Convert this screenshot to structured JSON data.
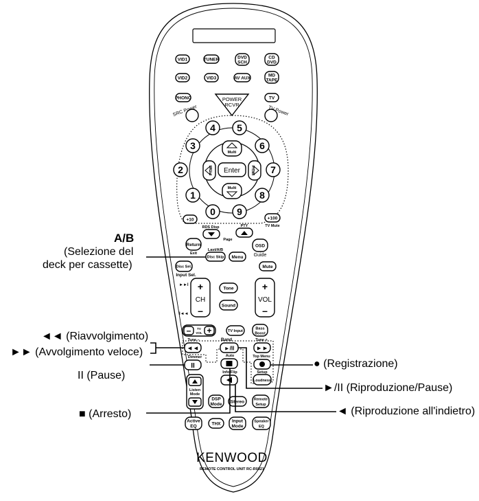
{
  "remote": {
    "top_row1": [
      "VID1",
      "TUNER",
      "DVD",
      "SCH",
      "CD",
      "DVD"
    ],
    "top_row2": [
      "VID2",
      "VID3",
      "AV AUX",
      "MD",
      "TAPE"
    ],
    "phono": "PHONO",
    "tv": "TV",
    "power": "POWER",
    "rcvr": "RCVR",
    "src_power": "SRC Power",
    "tv_power": "TV Power",
    "digits": [
      "0",
      "1",
      "2",
      "3",
      "4",
      "5",
      "6",
      "7",
      "8",
      "9"
    ],
    "multi": "Multi",
    "enter": "Enter",
    "p_call": "P.Call",
    "plus10": "+10",
    "plus100": "+100",
    "tv_mute": "TV Mute",
    "rds_disp": "RDS Disp",
    "pty": "PTY",
    "page": "Page",
    "return": "Return",
    "exit": "Exit",
    "last_ab": "Last/A/B",
    "disc_skip": "Disc Skip",
    "menu": "Menu",
    "osd": "OSD",
    "guide": "Guide",
    "disc_sel": "Disc Sel.",
    "input_sel": "Input Sel.",
    "mute": "Mute",
    "tone": "Tone",
    "sound": "Sound",
    "ch": "CH",
    "vol": "VOL",
    "tv_vol_tv": "TV",
    "tv_vol_vol": "VOL",
    "tv_input": "TV Input",
    "bass": "Bass",
    "boost": "Boost",
    "tune_minus": "Tune –",
    "band": "Band",
    "tune_plus": "Tune +",
    "dimmer": "Dimmer",
    "auto": "Auto",
    "top_menu": "Top Menu",
    "setup": "Setup",
    "info_flip": "Info/Flip",
    "loudness": "Loudness",
    "listen": "Listen",
    "mode": "Mode",
    "dsp": "DSP",
    "dsp_mode": "Mode",
    "stereo": "Stereo",
    "remote_l1": "Remote",
    "remote_l2": "Setup",
    "active": "Active",
    "eq": "EQ",
    "thx": "THX",
    "input_l1": "Input",
    "input_l2": "Mode",
    "speaker": "Speaker",
    "speaker_eq": "EQ",
    "brand": "KENWOOD",
    "model": "REMOTE CONTROL UNIT RC-R0821"
  },
  "labels": {
    "ab_bold": "A/B",
    "ab_line1": "(Selezione del",
    "ab_line2": "deck per cassette)",
    "rewind": "◄◄ (Riavvolgimento)",
    "ffwd": "►► (Avvolgimento veloce)",
    "pause": "II (Pause)",
    "stop": "■ (Arresto)",
    "record": "● (Registrazione)",
    "play_pause": "►/II (Riproduzione/Pause)",
    "reverse_play": "◄ (Riproduzione all'indietro)"
  }
}
